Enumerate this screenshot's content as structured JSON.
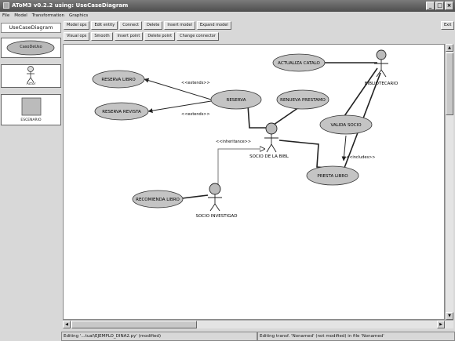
{
  "window": {
    "title": "AToM3 v0.2.2 using: UseCaseDiagram",
    "controls": [
      "_",
      "□",
      "×"
    ]
  },
  "menu": [
    "File",
    "Model",
    "Transformation",
    "Graphics"
  ],
  "toolbar": {
    "row1": [
      "Model ops",
      "Edit entity",
      "Connect",
      "Delete",
      "Insert model",
      "Expand model"
    ],
    "row2": [
      "Visual ops",
      "Smooth",
      "Insert point",
      "Delete point",
      "Change connector"
    ],
    "exit": "Exit"
  },
  "palette": {
    "title": "UseCaseDiagram",
    "usecase": "CasoDeUso",
    "actor": "Actor",
    "scenario": "ESCENARIO"
  },
  "diagram": {
    "usecases": {
      "reserva_libro": "RESERVA LIBRO",
      "reserva_revista": "RESERVA REVISTA",
      "reserva": "RESERVA",
      "actualiza": "ACTUALIZA CATALO",
      "renueva": "RENUEVA PRESTAMO",
      "valida": "VALIDA SOCIO",
      "presta": "PRESTA LIBRO",
      "recomienda": "RECOMIENDA LIBRO"
    },
    "actors": {
      "bibliotecario": "BIBLIOTECARIO",
      "socio_bibl": "SOCIO DE LA BIBL",
      "socio_invest": "SOCIO INVESTIGAD"
    },
    "stereotypes": {
      "extends_1": "<<extends>>",
      "extends_2": "<<extends>>",
      "inheritance": "<<inheritance>>",
      "includes": "<<includes>>"
    }
  },
  "status": {
    "left": "Editing '...tual\\EJEMPLO_DINA2.py' (modified)",
    "right": "Editing transf. 'Nonamed' (not modified) in file 'Nonamed'"
  }
}
